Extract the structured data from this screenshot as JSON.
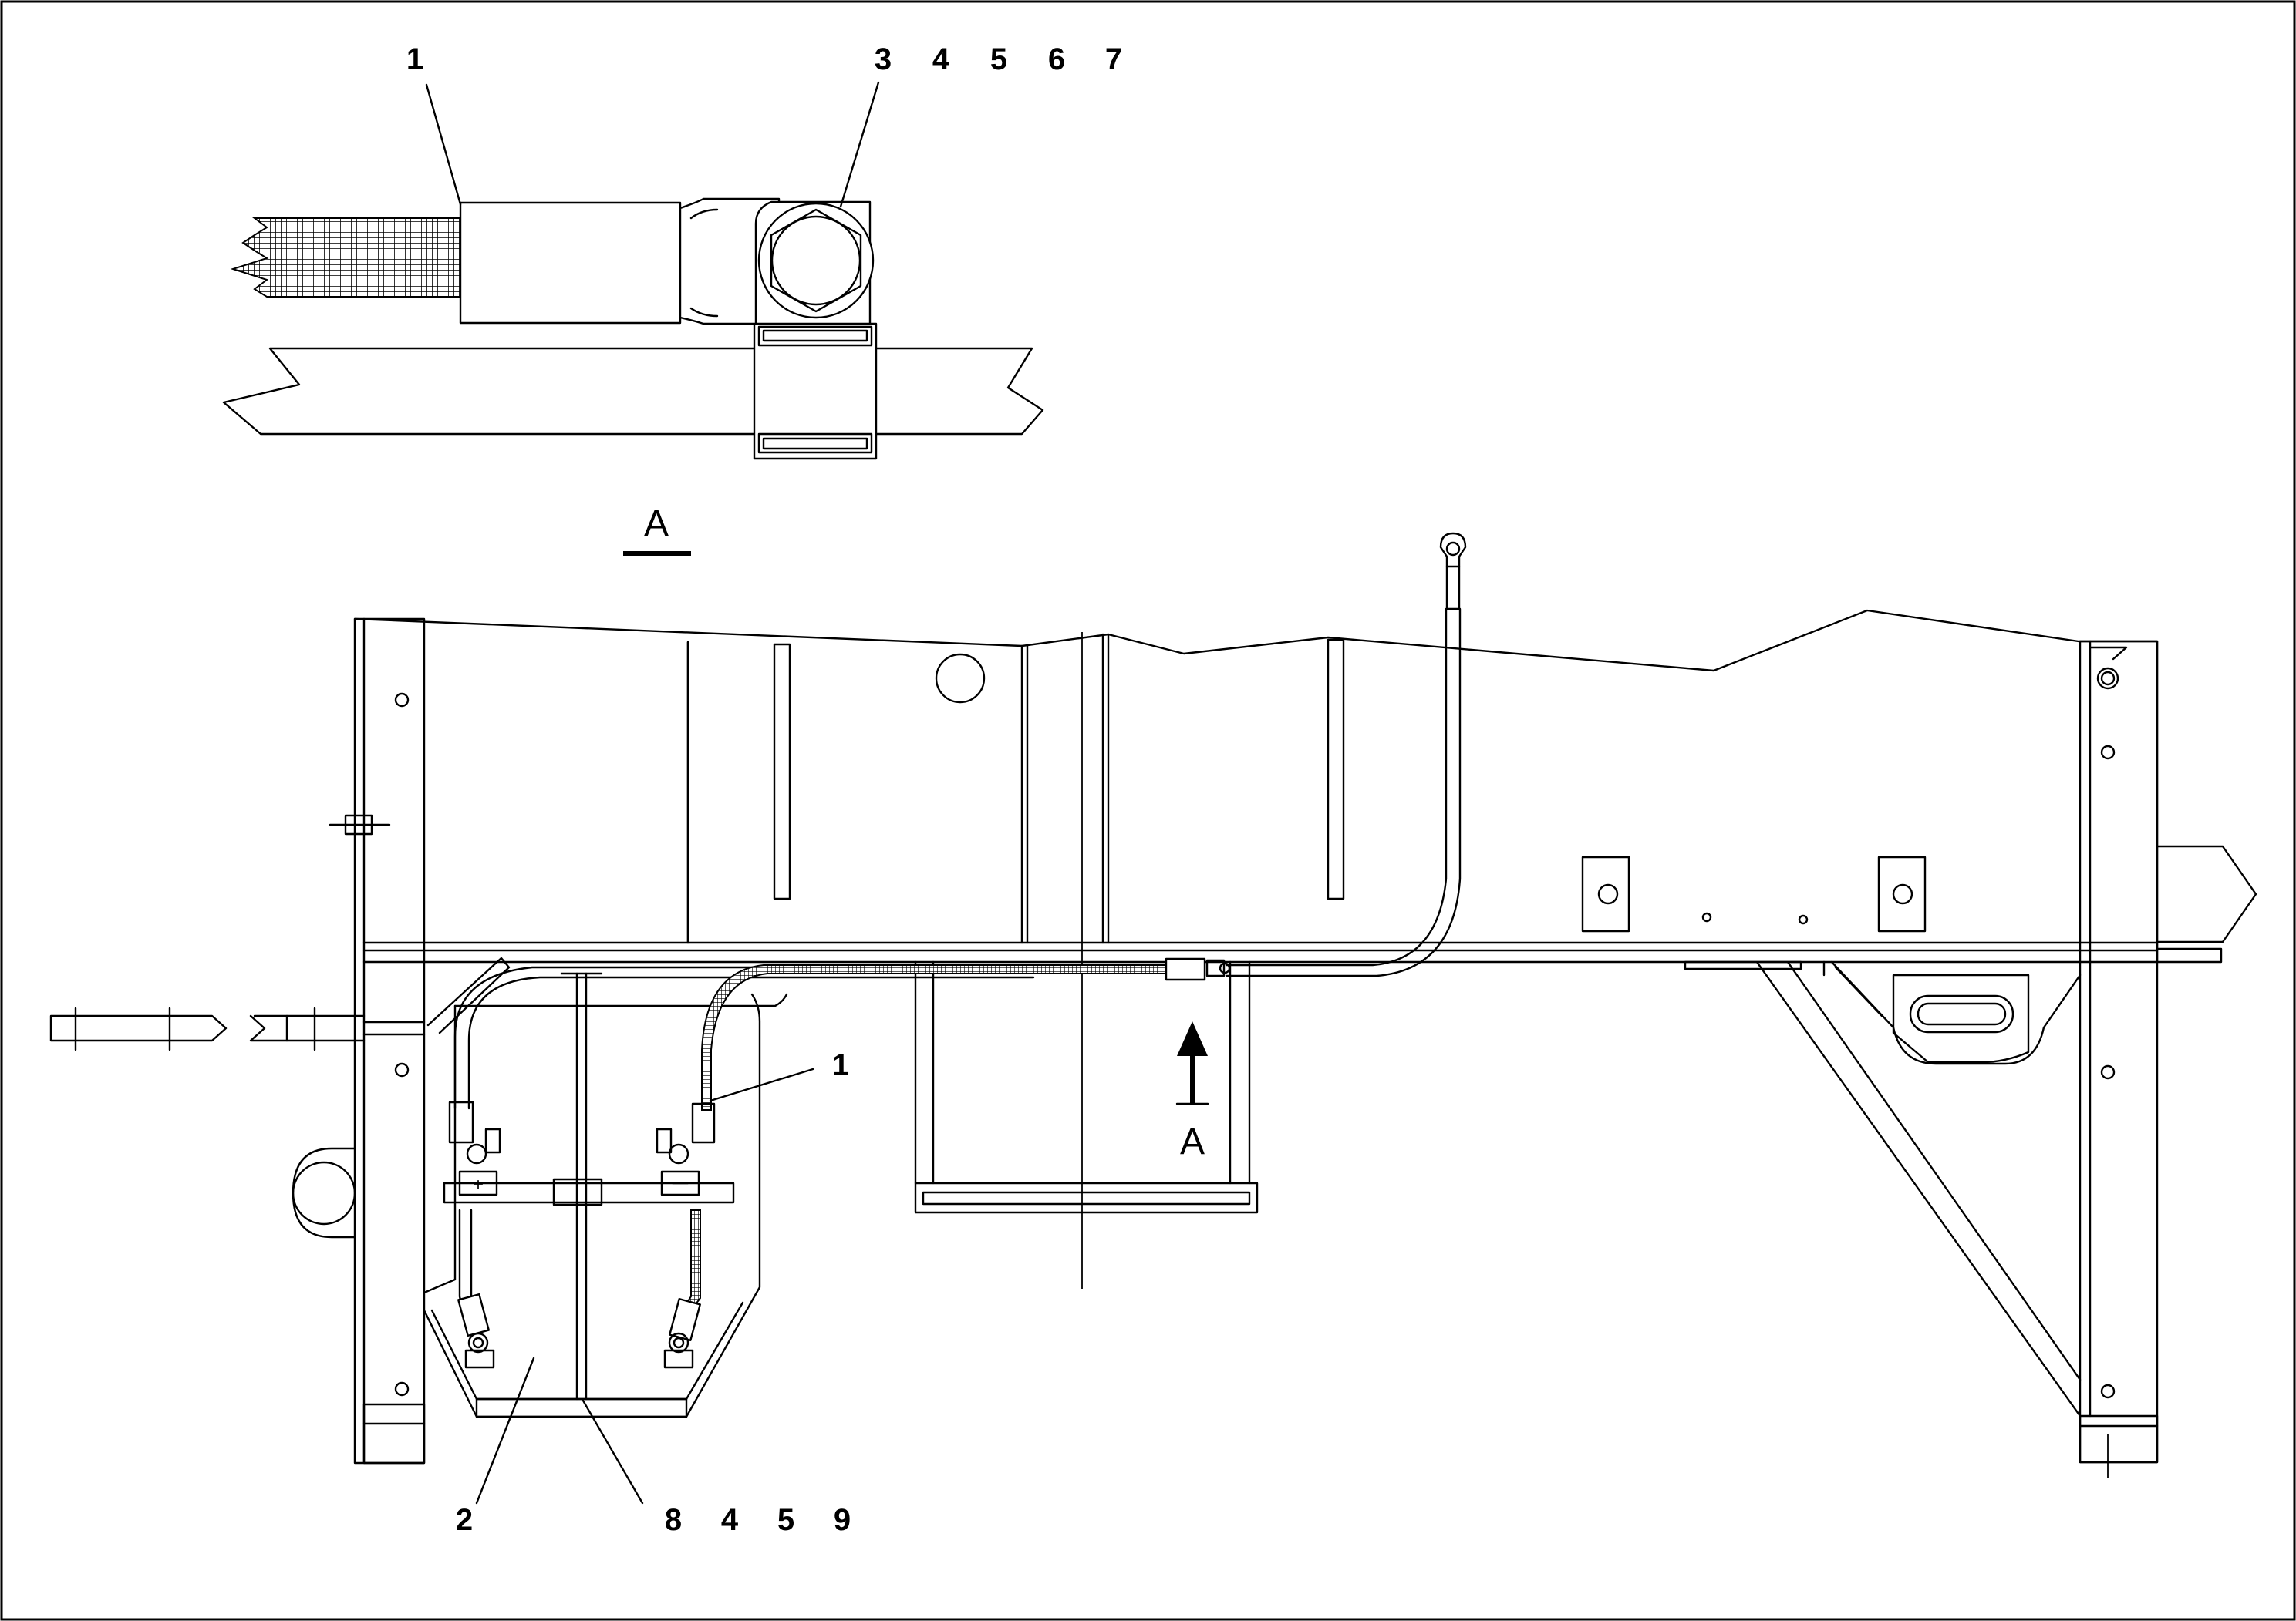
{
  "detail": {
    "callouts_top": [
      "1",
      "3",
      "4",
      "5",
      "6",
      "7"
    ]
  },
  "view": {
    "section_label_top": "A",
    "section_label_arrow": "A",
    "callouts_main": [
      "1",
      "2",
      "8",
      "4",
      "5",
      "9"
    ]
  }
}
